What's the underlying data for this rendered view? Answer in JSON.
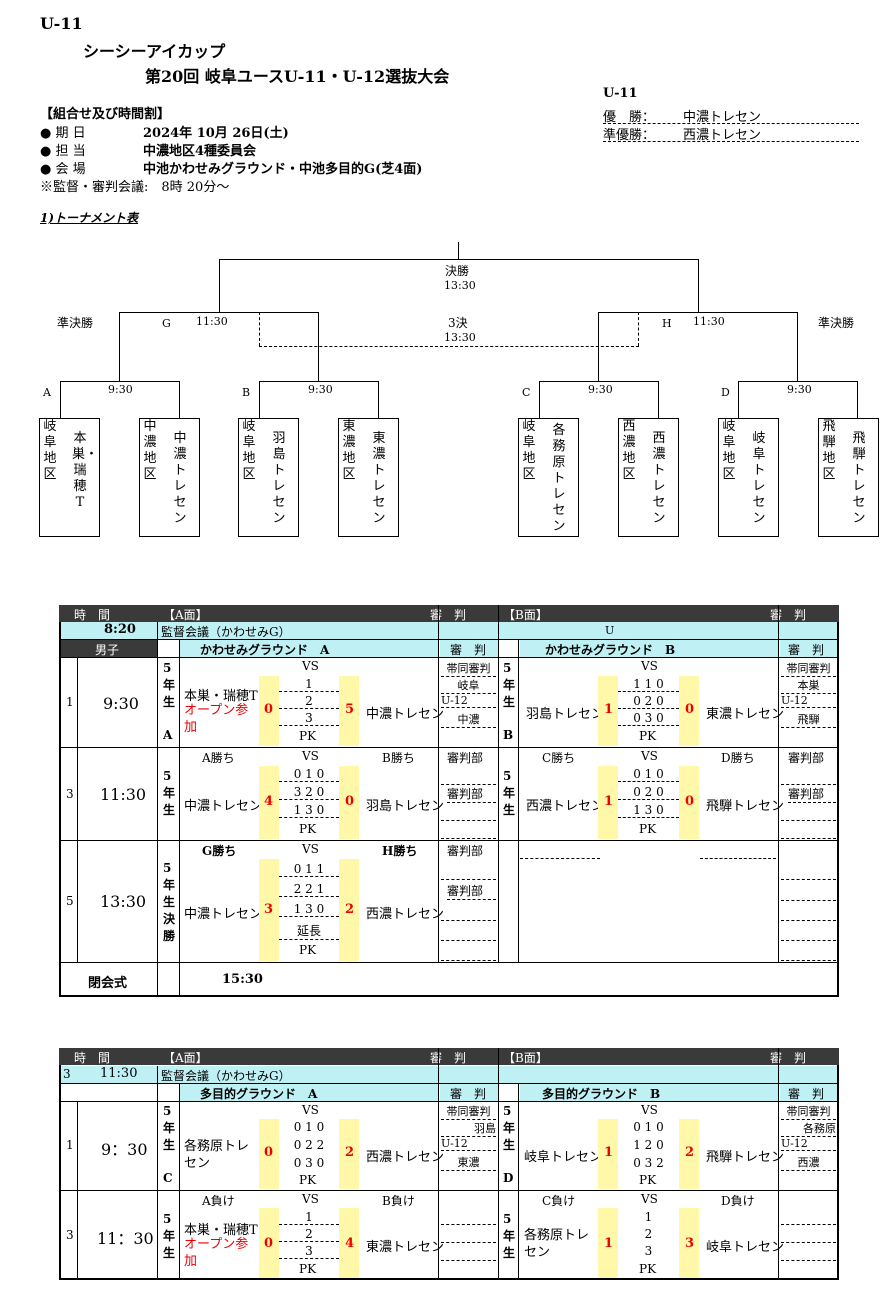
{
  "header": {
    "category": "U-11",
    "title1": "シーシーアイカップ",
    "title2": "第20回 岐阜ユースU-11・U-12選抜大会"
  },
  "info": {
    "section": "【組合せ及び時間割】",
    "date_label": "● 期 日",
    "date_value": "2024年 10月 26日(土)",
    "charge_label": "● 担 当",
    "charge_value": "中濃地区4種委員会",
    "venue_label": "● 会 場",
    "venue_value": "中池かわせみグラウンド・中池多目的G(芝4面)",
    "meeting": "※監督・審判会議:　8時 20分～"
  },
  "results": {
    "category": "U-11",
    "winner_label": "優　勝：",
    "winner": "中濃トレセン",
    "runner_label": "準優勝：",
    "runner": "西濃トレセン"
  },
  "bracket": {
    "heading": "1)トーナメント表",
    "final_label": "決勝",
    "final_time": "13:30",
    "third_label": "3決",
    "third_time": "13:30",
    "semi_left": "準決勝",
    "semi_right": "準決勝",
    "g_label": "G",
    "g_time": "11:30",
    "h_label": "H",
    "h_time": "11:30",
    "blocks": [
      {
        "letter": "A",
        "time": "9:30"
      },
      {
        "letter": "B",
        "time": "9:30"
      },
      {
        "letter": "C",
        "time": "9:30"
      },
      {
        "letter": "D",
        "time": "9:30"
      }
    ],
    "teams": [
      {
        "region": "岐阜地区",
        "name": "本巣・瑞穂T"
      },
      {
        "region": "中濃地区",
        "name": "中濃トレセン"
      },
      {
        "region": "岐阜地区",
        "name": "羽島トレセン"
      },
      {
        "region": "東濃地区",
        "name": "東濃トレセン"
      },
      {
        "region": "岐阜地区",
        "name": "各務原トレセン"
      },
      {
        "region": "西濃地区",
        "name": "西濃トレセン"
      },
      {
        "region": "岐阜地区",
        "name": "岐阜トレセン"
      },
      {
        "region": "飛騨地区",
        "name": "飛騨トレセン"
      }
    ]
  },
  "table1": {
    "h_time": "時　間",
    "h_a": "【A面】",
    "h_ref": "審　判",
    "h_b": "【B面】",
    "meeting_time": "8:20",
    "meeting": "監督会議（かわせみG）",
    "u": "U",
    "boys": "男子",
    "ground_a": "かわせみグラウンド　A",
    "ground_b": "かわせみグラウンド　B",
    "ref": "審　判",
    "rows": [
      {
        "no": "1",
        "time": "9:30",
        "grade_a": "5年生",
        "letter_a": "A",
        "grade_b": "5年生",
        "letter_b": "B",
        "vs": "VS",
        "a_team1": "本巣・瑞穂T",
        "a_open": "オープン参加",
        "a_s1": "0",
        "a_ps": [
          "1",
          "2",
          "3"
        ],
        "a_s2": "5",
        "a_team2": "中濃トレセン",
        "a_pk": "PK",
        "a_ref": [
          "帯同審判",
          "岐阜",
          "U-12",
          "中濃"
        ],
        "b_team1": "羽島トレセン",
        "b_s1": "1",
        "b_ps": [
          "1 1 0",
          "0 2 0",
          "0 3 0"
        ],
        "b_s2": "0",
        "b_team2": "東濃トレセン",
        "b_pk": "PK",
        "b_ref": [
          "帯同審判",
          "本巣",
          "U-12",
          "飛騨"
        ]
      },
      {
        "no": "3",
        "time": "11:30",
        "grade": "5年生",
        "a_left": "A勝ち",
        "vs": "VS",
        "a_right": "B勝ち",
        "a_ref_head": "審判部",
        "a_team1": "中濃トレセン",
        "a_s1": "4",
        "a_ps": [
          "0 1 0",
          "3 2 0",
          "1 3 0"
        ],
        "a_s2": "0",
        "a_team2": "羽島トレセン",
        "a_pk": "PK",
        "a_ref2": "審判部",
        "b_left": "C勝ち",
        "b_right": "D勝ち",
        "b_ref_head": "審判部",
        "b_team1": "西濃トレセン",
        "b_s1": "1",
        "b_ps": [
          "0 1 0",
          "0 2 0",
          "1 3 0"
        ],
        "b_s2": "0",
        "b_team2": "飛騨トレセン",
        "b_pk": "PK",
        "b_ref2": "審判部"
      },
      {
        "no": "5",
        "time": "13:30",
        "grade": "5年生決勝",
        "a_left": "G勝ち",
        "vs": "VS",
        "a_right": "H勝ち",
        "a_ref_head": "審判部",
        "a_team1": "中濃トレセン",
        "a_s1": "3",
        "a_ps": [
          "0 1 1",
          "2 2 1",
          "1 3 0"
        ],
        "a_s2": "2",
        "a_team2": "西濃トレセン",
        "a_ext": "延長",
        "a_pk": "PK",
        "a_ref2": "審判部"
      }
    ],
    "closing": "閉会式",
    "closing_time": "15:30"
  },
  "table2": {
    "h_time": "時　間",
    "h_a": "【A面】",
    "h_ref": "審　判",
    "h_b": "【B面】",
    "meeting_no": "3",
    "meeting_time": "11:30",
    "meeting": "監督会議（かわせみG）",
    "ground_a": "多目的グラウンド　A",
    "ground_b": "多目的グラウンド　B",
    "ref": "審　判",
    "rows": [
      {
        "no": "1",
        "time": "9：30",
        "grade": "5年生",
        "letter_a": "C",
        "letter_b": "D",
        "vs": "VS",
        "a_team1": "各務原トレセン",
        "a_s1": "0",
        "a_ps": [
          "0 1 0",
          "0 2 2",
          "0 3 0"
        ],
        "a_s2": "2",
        "a_team2": "西濃トレセン",
        "a_pk": "PK",
        "a_ref": [
          "帯同審判",
          "羽島",
          "U-12",
          "東濃"
        ],
        "b_team1": "岐阜トレセン",
        "b_s1": "1",
        "b_ps": [
          "0 1 0",
          "1 2 0",
          "0 3 2"
        ],
        "b_s2": "2",
        "b_team2": "飛騨トレセン",
        "b_pk": "PK",
        "b_ref": [
          "帯同審判",
          "各務原",
          "U-12",
          "西濃"
        ]
      },
      {
        "no": "3",
        "time": "11：30",
        "grade": "5年生",
        "a_left": "A負け",
        "vs": "VS",
        "a_right": "B負け",
        "a_team1": "本巣・瑞穂T",
        "a_open": "オープン参加",
        "a_s1": "0",
        "a_ps": [
          "1",
          "2",
          "3"
        ],
        "a_s2": "4",
        "a_team2": "東濃トレセン",
        "a_pk": "PK",
        "b_left": "C負け",
        "b_right": "D負け",
        "b_team1": "各務原トレセン",
        "b_s1": "1",
        "b_ps": [
          "1",
          "2",
          "3"
        ],
        "b_s2": "3",
        "b_team2": "岐阜トレセン",
        "b_pk": "PK"
      }
    ]
  }
}
